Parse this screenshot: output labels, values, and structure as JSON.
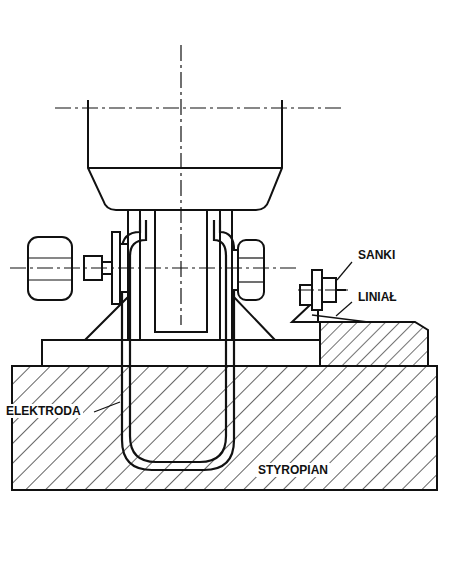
{
  "diagram": {
    "labels": [
      "SANKI",
      "LINIAŁ",
      "ELEKTRODA",
      "STYROPIAN"
    ]
  }
}
